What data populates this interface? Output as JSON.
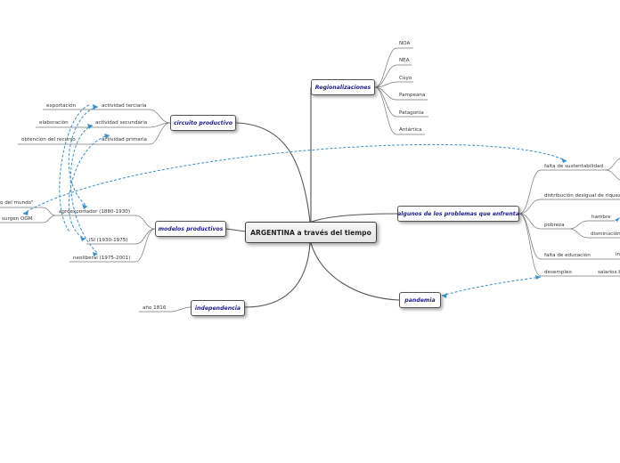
{
  "central": "ARGENTINA a través del tiempo",
  "branches": {
    "regionalizaciones": "Regionalizaciones",
    "circuito": "circuito productivo",
    "modelos": "modelos productivos",
    "independencia": "independencia",
    "problemas": "algunos de los problemas que enfrenta",
    "pandemia": "pandemia"
  },
  "regiones": [
    "NOA",
    "NEA",
    "Cuyo",
    "Pampeana",
    "Patagonia",
    "Antártica"
  ],
  "circuito_items": [
    {
      "actividad": "actividad terciaria",
      "ejemplo": "exportación"
    },
    {
      "actividad": "actividad secundaria",
      "ejemplo": "elaboración"
    },
    {
      "actividad": "actividad primaria",
      "ejemplo": "obtención del recurso"
    }
  ],
  "modelos_items": [
    "agroexportador (1880-1930)",
    "ISI (1930-1975)",
    "neoliberal (1975-2001)"
  ],
  "modelos_extra": [
    "o del mundo\"",
    "surgen OGM"
  ],
  "independencia_items": [
    "año 1816"
  ],
  "problemas_items": {
    "sustentabilidad": "falta de sustentabilidad",
    "riqueza": "distribución desigual de riqueza",
    "pobreza": "pobreza",
    "hambre": "hambre",
    "disminucion": "disminución",
    "educacion": "falta de educación",
    "educacion_sub": "in",
    "desempleo": "desempleo",
    "salarios": "salarios b"
  }
}
